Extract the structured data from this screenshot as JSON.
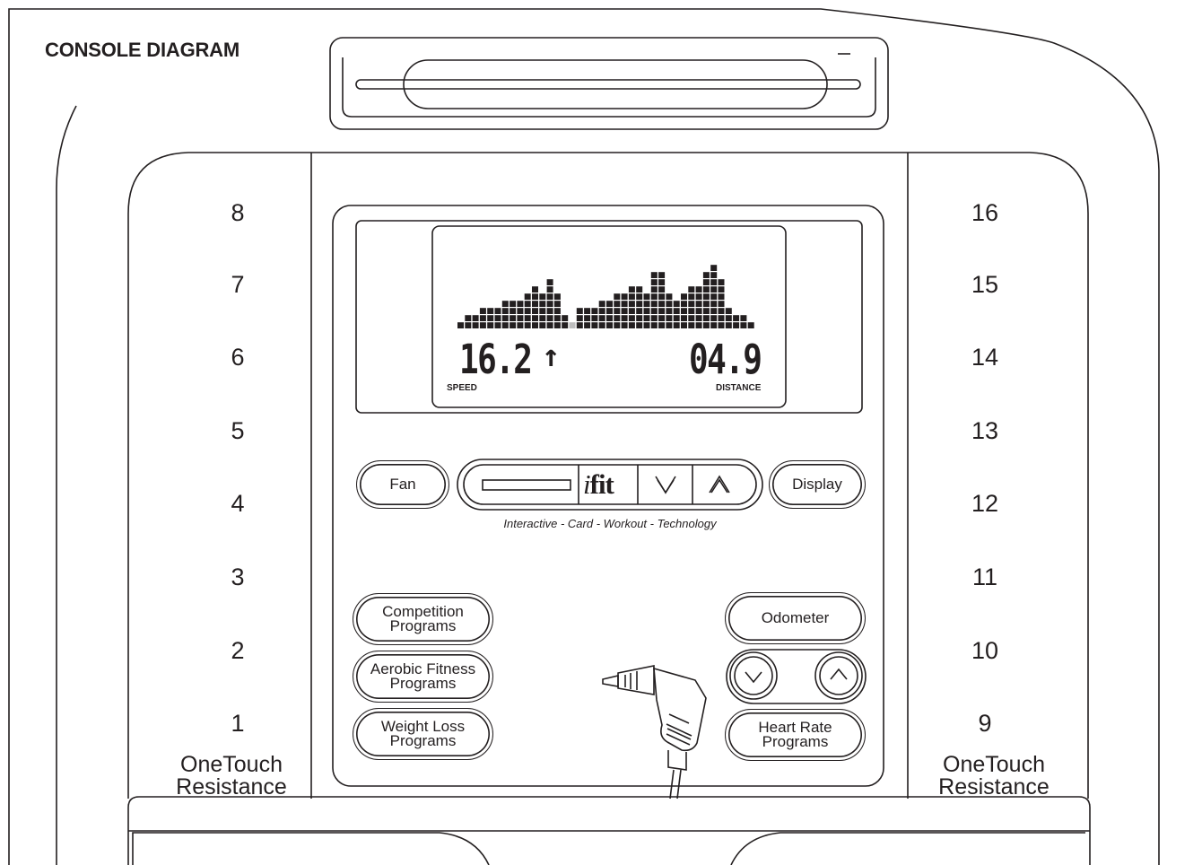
{
  "diagram": {
    "title": "CONSOLE DIAGRAM",
    "left_resistance_levels": [
      "8",
      "7",
      "6",
      "5",
      "4",
      "3",
      "2",
      "1"
    ],
    "right_resistance_levels": [
      "16",
      "15",
      "14",
      "13",
      "12",
      "11",
      "10",
      "9"
    ],
    "left_resistance_label": "OneTouch Resistance",
    "right_resistance_label": "OneTouch Resistance",
    "display": {
      "speed_value": "16.2",
      "speed_label": "SPEED",
      "distance_value": "04.9",
      "distance_label": "DISTANCE",
      "profile_levels": [
        1,
        2,
        2,
        3,
        3,
        3,
        4,
        4,
        4,
        5,
        6,
        5,
        7,
        5,
        2,
        1,
        3,
        3,
        3,
        4,
        4,
        5,
        5,
        6,
        6,
        5,
        8,
        8,
        5,
        4,
        5,
        6,
        6,
        8,
        9,
        7,
        3,
        2,
        2,
        1
      ],
      "profile_highlight_index": 15
    },
    "card_row": {
      "fan_label": "Fan",
      "ifit_label": "fit",
      "ifit_letter": "i",
      "display_label": "Display",
      "tagline": "Interactive - Card - Workout - Technology"
    },
    "left_buttons": [
      "Competition\nPrograms",
      "Aerobic Fitness\nPrograms",
      "Weight Loss\nPrograms"
    ],
    "right_buttons": {
      "odometer": "Odometer",
      "heart_rate": "Heart Rate\nPrograms"
    }
  }
}
